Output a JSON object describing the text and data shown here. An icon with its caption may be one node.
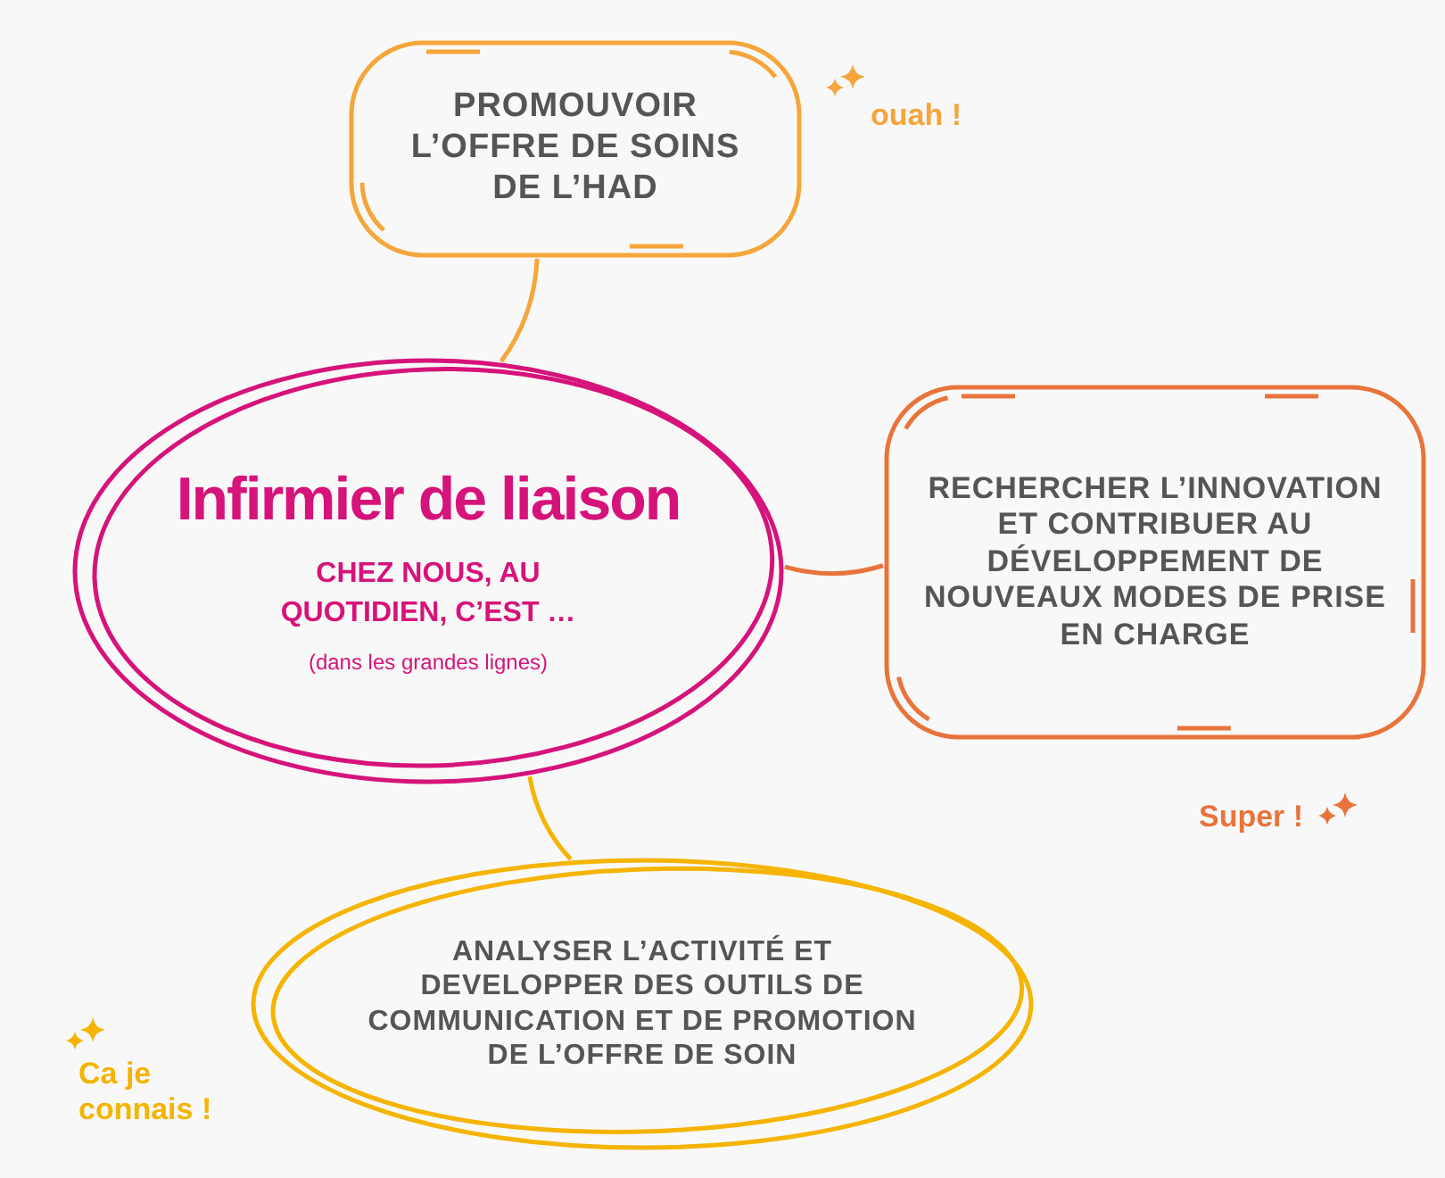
{
  "diagram": {
    "nodes": [
      {
        "text": [
          "Infirmier de liaison",
          "CHEZ NOUS, AU QUOTIDIEN, C’EST …",
          "(dans les grandes lignes)"
        ]
      },
      {
        "text": [
          "PROMOUVOIR L’OFFRE DE SOINS DE L’HAD"
        ],
        "beside": [
          "ouah !"
        ]
      },
      {
        "text": [
          "RECHERCHER L’INNOVATION ET CONTRIBUER AU DÉVELOPPEMENT DE NOUVEAUX MODES DE PRISE EN CHARGE"
        ],
        "beside": [
          "Super !"
        ]
      },
      {
        "text": [
          "ANALYSER L’ACTIVITÉ ET DEVELOPPER DES OUTILS DE COMMUNICATION ET DE PROMOTION DE L’OFFRE DE SOIN"
        ],
        "beside": [
          "Ca je connais !"
        ]
      }
    ],
    "edges": [
      {
        "from": 0,
        "to": 1,
        "arrow": "none",
        "color": "#f5a53a"
      },
      {
        "from": 0,
        "to": 2,
        "arrow": "none",
        "color": "#e8743b"
      },
      {
        "from": 0,
        "to": 3,
        "arrow": "none",
        "color": "#f5b400"
      }
    ]
  }
}
